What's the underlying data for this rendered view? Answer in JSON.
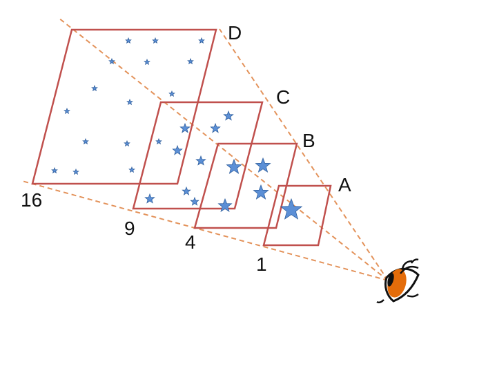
{
  "colors": {
    "frame": "#c0504d",
    "ray": "#e3925a",
    "star_fill": "#5b8fd6",
    "star_stroke": "#2f5f9e",
    "iris": "#e46c0a"
  },
  "frames": [
    {
      "id": "A",
      "letter": "A",
      "area": "1"
    },
    {
      "id": "B",
      "letter": "B",
      "area": "4"
    },
    {
      "id": "C",
      "letter": "C",
      "area": "9"
    },
    {
      "id": "D",
      "letter": "D",
      "area": "16"
    }
  ],
  "icons": {
    "eye": "eye-icon",
    "star": "star-icon"
  }
}
